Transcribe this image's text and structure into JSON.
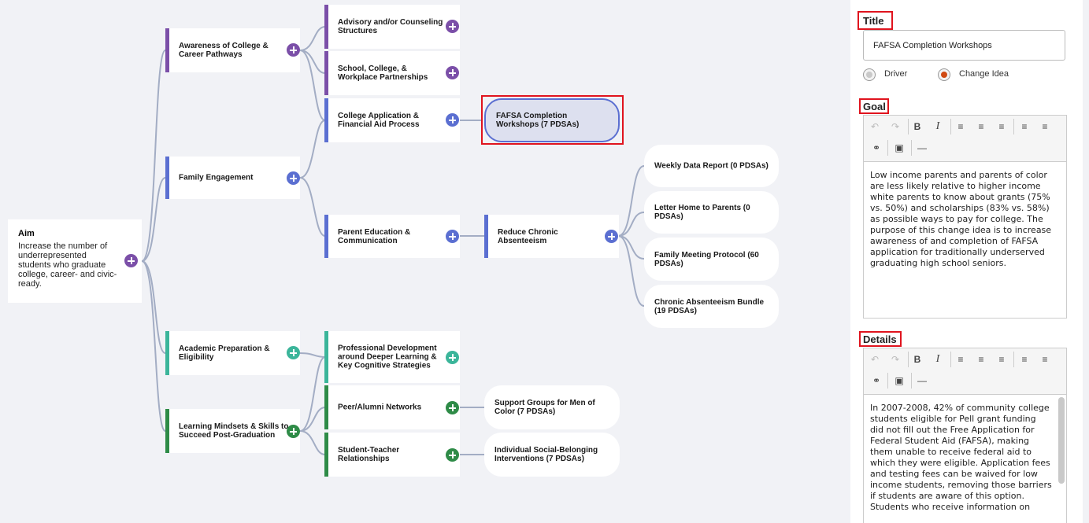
{
  "aim": {
    "heading": "Aim",
    "description": "Increase the number of underrepresented students who graduate college, career- and civic-ready."
  },
  "drivers": {
    "awareness": "Awareness of College & Career Pathways",
    "family": "Family Engagement",
    "academic": "Academic Preparation & Eligibility",
    "mindsets": "Learning Mindsets & Skills to Succeed Post-Graduation"
  },
  "secondary": {
    "advisory": "Advisory and/or Counseling Structures",
    "partnerships": "School, College, & Workplace Partnerships",
    "application": "College Application & Financial Aid Process",
    "parent_ed": "Parent Education & Communication",
    "prof_dev": "Professional Development around Deeper Learning & Key Cognitive Strategies",
    "peer": "Peer/Alumni Networks",
    "student_teacher": "Student-Teacher Relationships"
  },
  "tertiary": {
    "reduce": "Reduce Chronic Absenteeism"
  },
  "change_ideas": {
    "fafsa": "FAFSA Completion Workshops (7 PDSAs)",
    "weekly": "Weekly Data Report (0 PDSAs)",
    "letter": "Letter Home to Parents (0 PDSAs)",
    "meeting": "Family Meeting Protocol (60 PDSAs)",
    "bundle": "Chronic Absenteeism Bundle (19 PDSAs)",
    "support": "Support Groups for Men of Color (7 PDSAs)",
    "belonging": "Individual Social-Belonging Interventions (7 PDSAs)"
  },
  "colors": {
    "purple": "#7b4fa8",
    "blue": "#5b6fd1",
    "teal": "#3bb59a",
    "green": "#2e8b47",
    "link": "#a3adc4",
    "highlight": "#e0141e",
    "radio_selected": "#d04a12"
  },
  "panel": {
    "title_label": "Title",
    "title_value": "FAFSA Completion Workshops",
    "radio_driver": "Driver",
    "radio_change": "Change Idea",
    "selected_type": "Change Idea",
    "goal_label": "Goal",
    "goal_text": "Low income parents and parents of color are less likely relative to higher income white parents to know about grants (75% vs. 50%) and scholarships (83% vs. 58%) as possible ways to pay for college. The purpose of this change idea is to increase awareness of and completion of FAFSA application for traditionally underserved graduating high school seniors.",
    "details_label": "Details",
    "details_text": "In 2007-2008, 42% of community college students eligible for Pell grant funding did not fill out the Free Application for Federal Student Aid (FAFSA), making them unable to receive federal aid to which they were eligible. Application fees and testing fees can be waived for low income students, removing those barriers if students are aware of this option. Students who receive information on"
  }
}
